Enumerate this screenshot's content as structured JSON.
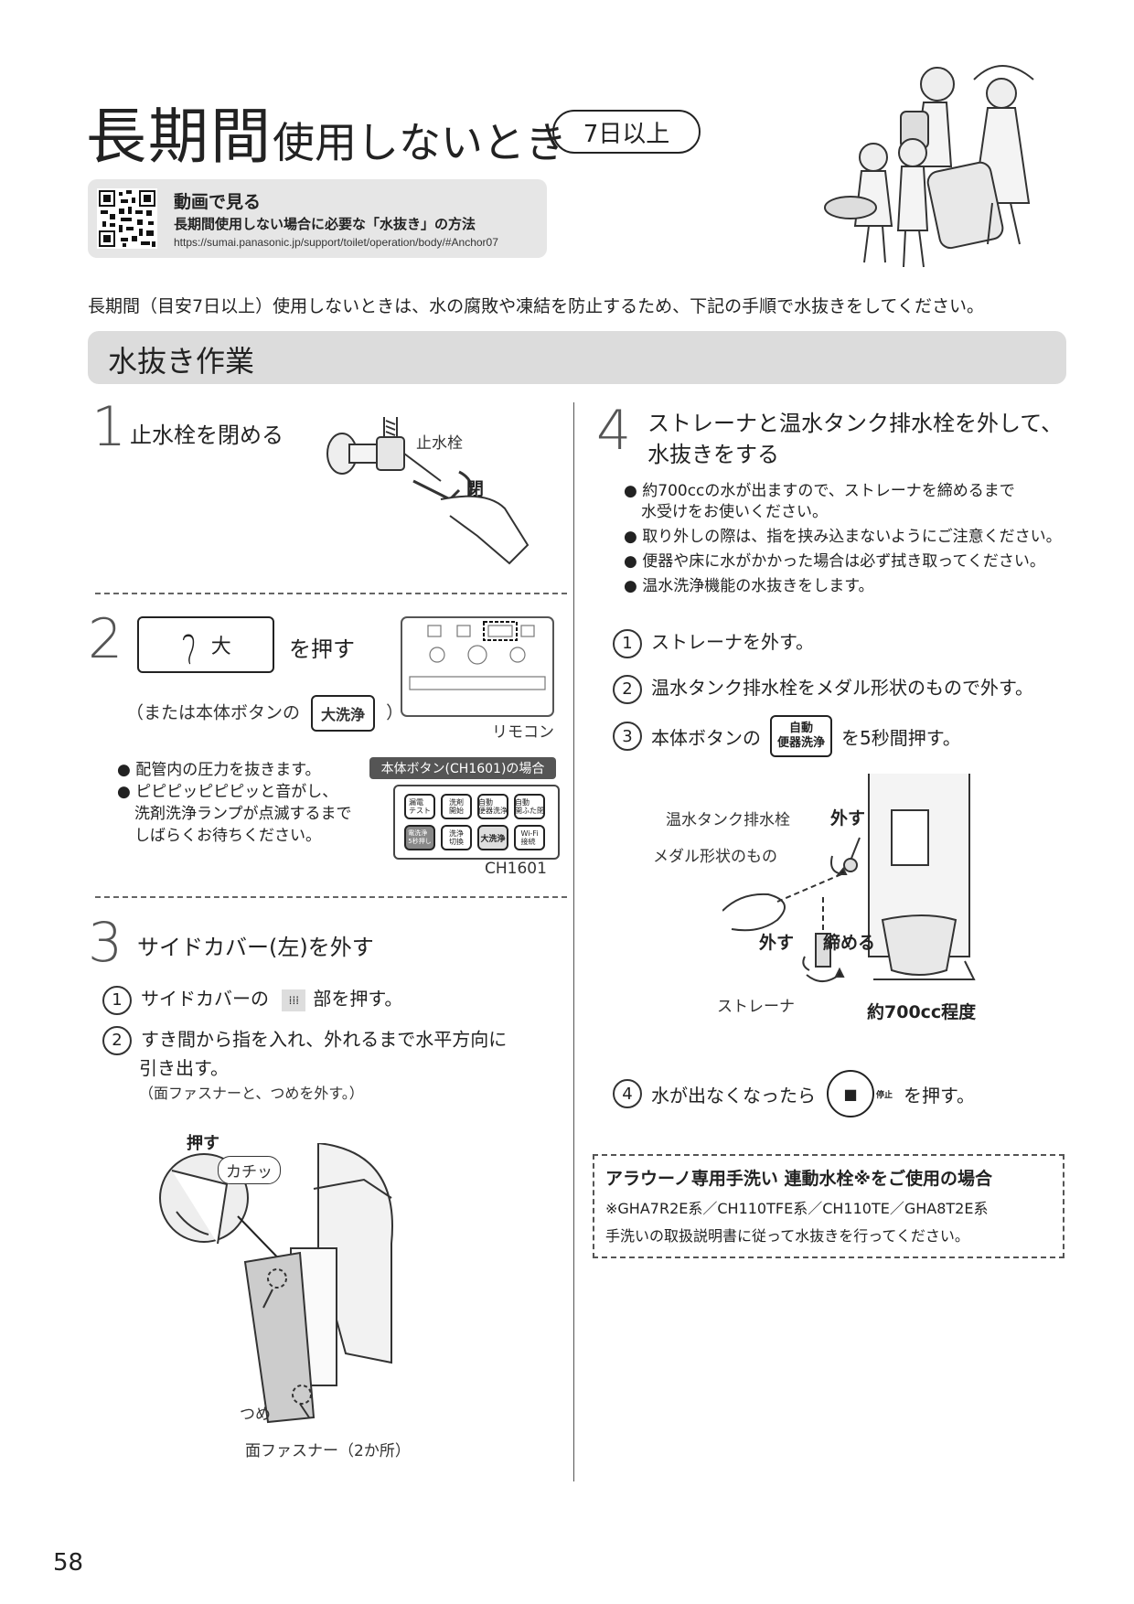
{
  "title": {
    "big": "長期間",
    "small": "使用しないとき",
    "badge": "7日以上"
  },
  "video": {
    "title": "動画で見る",
    "subtitle": "長期間使用しない場合に必要な「水抜き」の方法",
    "url": "https://sumai.panasonic.jp/support/toilet/operation/body/#Anchor07"
  },
  "intro": "長期間（目安7日以上）使用しないときは、水の腐敗や凍結を防止するため、下記の手順で水抜きをしてください。",
  "section_title": "水抜き作業",
  "step1": {
    "num": "1",
    "title": "止水栓を閉める",
    "label_valve": "止水栓",
    "label_close": "閉"
  },
  "step2": {
    "num": "2",
    "button_text": "大",
    "action": "を押す",
    "alt_pre": "（または本体ボタンの",
    "alt_button": "大洗浄",
    "alt_post": "）",
    "remote_label": "リモコン",
    "bullets": [
      "配管内の圧力を抜きます。",
      "ピピピッピピピッと音がし、",
      "洗剤洗浄ランプが点滅するまで",
      "しばらくお待ちください。"
    ],
    "panel_badge": "本体ボタン(CH1601)の場合",
    "panel_buttons": [
      "漏電\nテスト",
      "洗剤\n開始",
      "自動\n便器洗浄",
      "自動\n開ふた閉",
      "電洗浄\n5秒押し",
      "洗浄\n切換",
      "大洗浄",
      "Wi-Fi\n接続"
    ],
    "panel_model": "CH1601"
  },
  "step3": {
    "num": "3",
    "title": "サイドカバー(左)を外す",
    "sub1_num": "1",
    "sub1_pre": "サイドカバーの",
    "sub1_post": "部を押す。",
    "sub2_num": "2",
    "sub2_line1": "すき間から指を入れ、外れるまで水平方向に",
    "sub2_line2": "引き出す。",
    "sub2_note": "（面ファスナーと、つめを外す。）",
    "label_push": "押す",
    "label_click": "カチッ",
    "label_claw": "つめ",
    "label_fastener": "面ファスナー（2か所）"
  },
  "step4": {
    "num": "4",
    "title_line1": "ストレーナと温水タンク排水栓を外して、",
    "title_line2": "水抜きをする",
    "bullets": [
      "約700ccの水が出ますので、ストレーナを締めるまで",
      "水受けをお使いください。",
      "取り外しの際は、指を挟み込まないようにご注意ください。",
      "便器や床に水がかかった場合は必ず拭き取ってください。",
      "温水洗浄機能の水抜きをします。"
    ],
    "sub1_num": "1",
    "sub1": "ストレーナを外す。",
    "sub2_num": "2",
    "sub2": "温水タンク排水栓をメダル形状のもので外す。",
    "sub3_num": "3",
    "sub3_pre": "本体ボタンの",
    "sub3_btn1": "自動",
    "sub3_btn2": "便器洗浄",
    "sub3_post": "を5秒間押す。",
    "label_tank": "温水タンク排水栓",
    "label_remove": "外す",
    "label_medal": "メダル形状のもの",
    "label_remove2": "外す",
    "label_tighten": "締める",
    "label_strainer": "ストレーナ",
    "label_amount": "約700cc程度",
    "sub4_num": "4",
    "sub4_pre": "水が出なくなったら",
    "sub4_stop": "停止",
    "sub4_post": "を押す。"
  },
  "note": {
    "title": "アラウーノ専用手洗い 連動水栓※をご使用の場合",
    "line1": "※GHA7R2E系／CH110TFE系／CH110TE／GHA8T2E系",
    "line2": "手洗いの取扱説明書に従って水抜きを行ってください。"
  },
  "page_number": "58"
}
